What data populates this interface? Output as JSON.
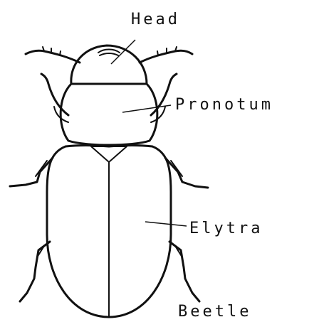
{
  "labels": {
    "head": "Head",
    "pronotum": "Pronotum",
    "elytra": "Elytra",
    "beetle": "Beetle"
  },
  "colors": {
    "ink": "#111111",
    "background": "#ffffff"
  }
}
